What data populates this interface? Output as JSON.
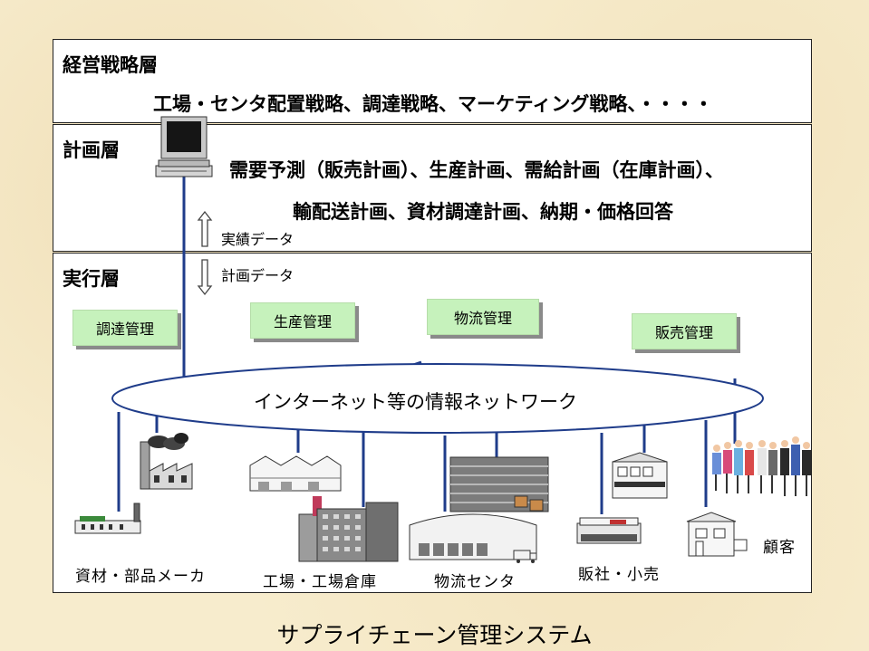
{
  "layers": {
    "strategy": {
      "title": "経営戦略層",
      "content": "工場・センタ配置戦略、調達戦略、マーケティング戦略、・・・・"
    },
    "planning": {
      "title": "計画層",
      "line1": "需要予測（販売計画）、生産計画、需給計画（在庫計画）、",
      "line2": "輸配送計画、資材調達計画、納期・価格回答",
      "up_arrow_label": "実績データ",
      "down_arrow_label": "計画データ"
    },
    "execution": {
      "title": "実行層",
      "functions": [
        "調達管理",
        "生産管理",
        "物流管理",
        "販売管理"
      ],
      "network_label": "インターネット等の情報ネットワーク",
      "nodes": [
        "資材・部品メーカ",
        "工場・工場倉庫",
        "物流センタ",
        "販社・小売",
        "顧客"
      ]
    }
  },
  "footer_title": "サプライチェーン管理システム",
  "icons": [
    "computer-icon",
    "factory-icon",
    "warehouse-icon",
    "distribution-center-icon",
    "retail-shop-icon",
    "customers-icon",
    "house-icon",
    "truck-icon"
  ]
}
